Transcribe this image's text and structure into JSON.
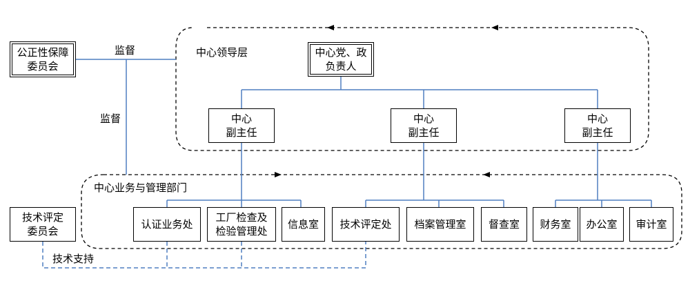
{
  "leadership": {
    "group_label": "中心领导层",
    "head": {
      "line1": "中心党、政",
      "line2": "负责人"
    },
    "deputies": [
      {
        "line1": "中心",
        "line2": "副主任"
      },
      {
        "line1": "中心",
        "line2": "副主任"
      },
      {
        "line1": "中心",
        "line2": "副主任"
      }
    ]
  },
  "departments": {
    "group_label": "中心业务与管理部门",
    "units": [
      {
        "line1": "认证业务处",
        "line2": ""
      },
      {
        "line1": "工厂检查及",
        "line2": "检验管理处"
      },
      {
        "line1": "信息室",
        "line2": ""
      },
      {
        "line1": "技术评定处",
        "line2": ""
      },
      {
        "line1": "档案管理室",
        "line2": ""
      },
      {
        "line1": "督查室",
        "line2": ""
      },
      {
        "line1": "财务室",
        "line2": ""
      },
      {
        "line1": "办公室",
        "line2": ""
      },
      {
        "line1": "审计室",
        "line2": ""
      }
    ]
  },
  "committees": {
    "fairness": {
      "line1": "公正性保障",
      "line2": "委员会"
    },
    "tech_review": {
      "line1": "技术评定",
      "line2": "委员会"
    }
  },
  "edge_labels": {
    "supervise_top": "监督",
    "supervise_side": "监督",
    "tech_support": "技术支持"
  },
  "colors": {
    "solid_line": "#4f7ec1",
    "dashed_line": "#4f7ec1",
    "group_border": "#000000"
  }
}
